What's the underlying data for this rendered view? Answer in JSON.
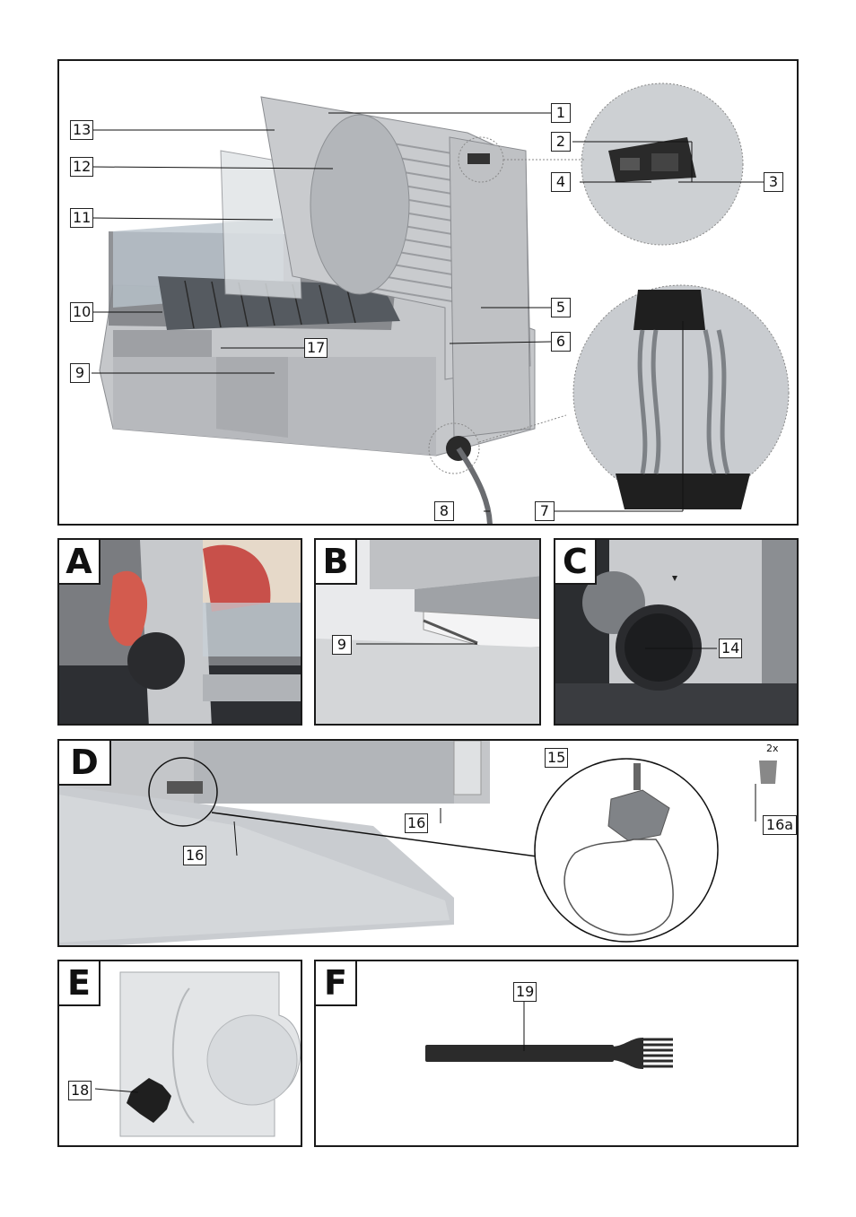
{
  "main_labels": [
    "1",
    "2",
    "3",
    "4",
    "5",
    "6",
    "7",
    "8",
    "9",
    "10",
    "11",
    "12",
    "13",
    "17"
  ],
  "panels": {
    "A": {
      "letter": "A"
    },
    "B": {
      "letter": "B",
      "labels": [
        "9"
      ]
    },
    "C": {
      "letter": "C",
      "labels": [
        "14"
      ]
    },
    "D": {
      "letter": "D",
      "labels": [
        "15",
        "16",
        "16",
        "16a"
      ],
      "quantity": "2x"
    },
    "E": {
      "letter": "E",
      "labels": [
        "18"
      ]
    },
    "F": {
      "letter": "F",
      "labels": [
        "19"
      ]
    }
  },
  "colors": {
    "frame": "#1a1a1a",
    "metal": "#c7c9cc",
    "dark": "#2a2a2a",
    "meat": "#c8504a"
  }
}
